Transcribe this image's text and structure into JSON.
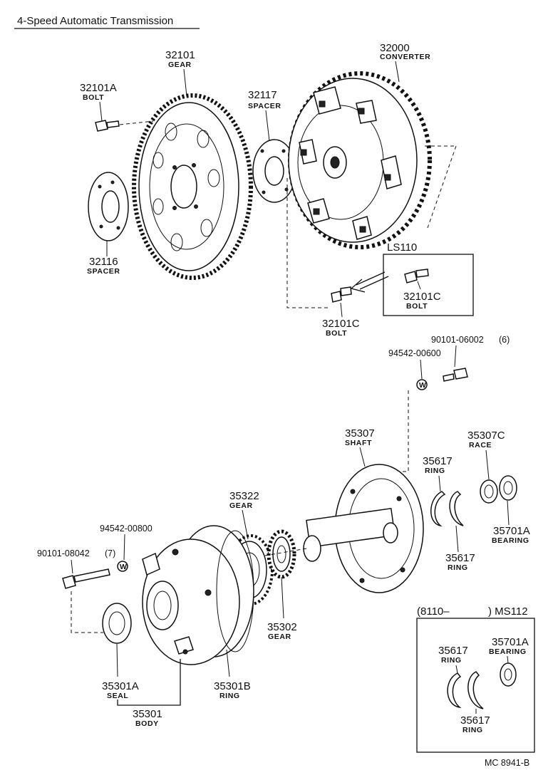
{
  "title": "4-Speed Automatic Transmission",
  "footer_code": "MC  8941-B",
  "parts": {
    "p32101": {
      "number": "32101",
      "name": "GEAR"
    },
    "p32101A": {
      "number": "32101A",
      "name": "BOLT"
    },
    "p32117": {
      "number": "32117",
      "name": "SPACER"
    },
    "p32000": {
      "number": "32000",
      "name": "CONVERTER"
    },
    "p32116": {
      "number": "32116",
      "name": "SPACER"
    },
    "p32101C_inset": {
      "number": "32101C",
      "name": "BOLT"
    },
    "p32101C": {
      "number": "32101C",
      "name": "BOLT"
    },
    "p90101_06002": {
      "number": "90101-06002",
      "qty": "(6)"
    },
    "p94542_00600": {
      "number": "94542-00600"
    },
    "p35307": {
      "number": "35307",
      "name": "SHAFT"
    },
    "p35307C": {
      "number": "35307C",
      "name": "RACE"
    },
    "p35617_a": {
      "number": "35617",
      "name": "RING"
    },
    "p35617_b": {
      "number": "35617",
      "name": "RING"
    },
    "p35701A": {
      "number": "35701A",
      "name": "BEARING"
    },
    "p35322": {
      "number": "35322",
      "name": "GEAR"
    },
    "p94542_00800": {
      "number": "94542-00800"
    },
    "p90101_08042": {
      "number": "90101-08042",
      "qty": "(7)"
    },
    "p35302": {
      "number": "35302",
      "name": "GEAR"
    },
    "p35301A": {
      "number": "35301A",
      "name": "SEAL"
    },
    "p35301B": {
      "number": "35301B",
      "name": "RING"
    },
    "p35301": {
      "number": "35301",
      "name": "BODY"
    },
    "ms_35617_a": {
      "number": "35617",
      "name": "RING"
    },
    "ms_35617_b": {
      "number": "35617",
      "name": "RING"
    },
    "ms_35701A": {
      "number": "35701A",
      "name": "BEARING"
    }
  },
  "inset_ls110": {
    "label": "LS110"
  },
  "inset_ms112": {
    "label_from": "(8110–",
    "label_to": ") MS112"
  },
  "washer_mark": "W"
}
